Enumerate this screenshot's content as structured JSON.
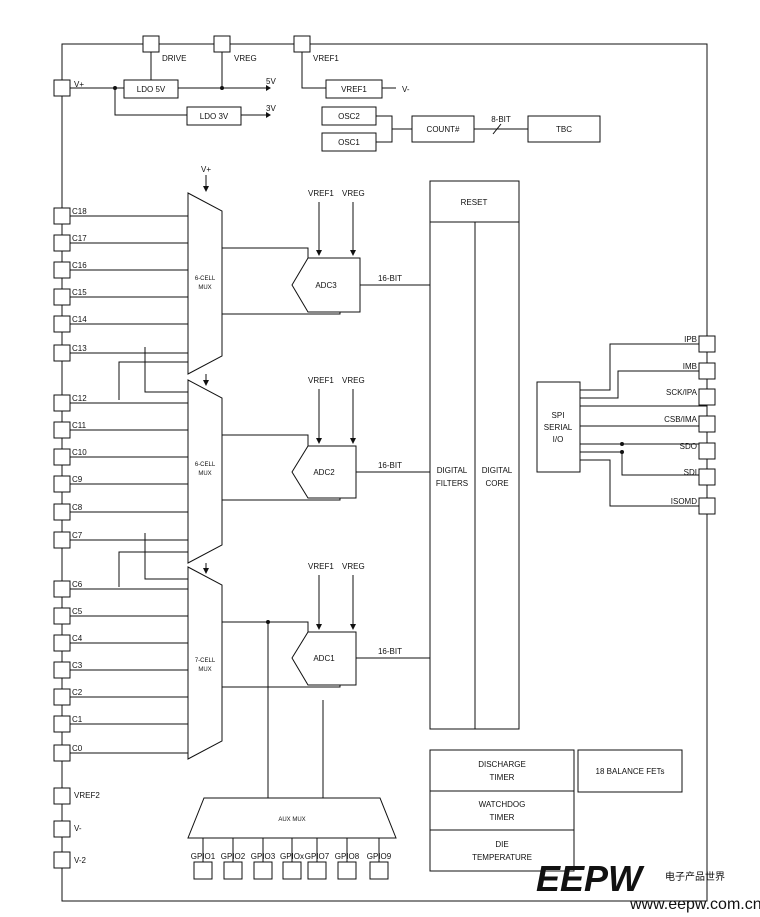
{
  "top_pins": {
    "drive": "DRIVE",
    "vreg": "VREG",
    "vref1": "VREF1"
  },
  "power": {
    "vplus": "V+",
    "ldo5": "LDO 5V",
    "ldo3": "LDO 3V",
    "out5": "5V",
    "out3": "3V",
    "vref1_box": "VREF1",
    "vminus_out": "V-"
  },
  "clock": {
    "osc2": "OSC2",
    "osc1": "OSC1",
    "count": "COUNT#",
    "bits": "8-BIT",
    "tbc": "TBC"
  },
  "cells_top": [
    "C18",
    "C17",
    "C16",
    "C15",
    "C14",
    "C13"
  ],
  "cells_mid": [
    "C12",
    "C11",
    "C10",
    "C9",
    "C8",
    "C7"
  ],
  "cells_bot": [
    "C6",
    "C5",
    "C4",
    "C3",
    "C2",
    "C1",
    "C0"
  ],
  "left_bottom": {
    "vref2": "VREF2",
    "vminus": "V-",
    "vminus2": "V-2"
  },
  "mux": {
    "top": "6-CELL MUX",
    "mid": "6-CELL MUX",
    "bot": "7-CELL MUX",
    "vplus": "V+"
  },
  "adc": {
    "vref1": "VREF1",
    "vreg": "VREG",
    "adc3": "ADC3",
    "adc2": "ADC2",
    "adc1": "ADC1",
    "bits": "16-BIT"
  },
  "core": {
    "reset": "RESET",
    "filters_l1": "DIGITAL",
    "filters_l2": "FILTERS",
    "core_l1": "DIGITAL",
    "core_l2": "CORE"
  },
  "spi": {
    "l1": "SPI",
    "l2": "SERIAL",
    "l3": "I/O"
  },
  "right_pins": [
    "IPB",
    "IMB",
    "SCK/IPA",
    "CSB/IMA",
    "SDO",
    "SDI",
    "ISOMD"
  ],
  "bottom_blocks": {
    "discharge_l1": "DISCHARGE",
    "discharge_l2": "TIMER",
    "watchdog_l1": "WATCHDOG",
    "watchdog_l2": "TIMER",
    "die_l1": "DIE",
    "die_l2": "TEMPERATURE",
    "balance": "18 BALANCE FETs"
  },
  "aux": {
    "label": "AUX MUX",
    "gpios": [
      "GPIO1",
      "GPIO2",
      "GPIO3",
      "GPIOx",
      "GPIO7",
      "GPIO8",
      "GPIO9"
    ]
  },
  "watermark": {
    "logo": "EEPW",
    "url": "www.eepw.com.cn",
    "tagline": "电子产品世界"
  }
}
